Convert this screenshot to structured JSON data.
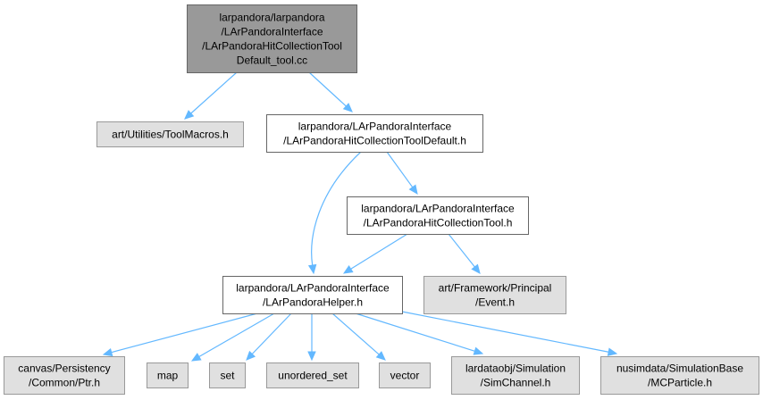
{
  "colors": {
    "root_fill": "#999999",
    "root_stroke": "#666666",
    "local_fill": "#ffffff",
    "local_stroke": "#666666",
    "external_fill": "#e0e0e0",
    "external_stroke": "#999999",
    "edge": "#63b8ff"
  },
  "nodes": {
    "root": {
      "lines": [
        "larpandora/larpandora",
        "/LArPandoraInterface",
        "/LArPandoraHitCollectionTool",
        "Default_tool.cc"
      ],
      "kind": "root"
    },
    "toolmacros": {
      "lines": [
        "art/Utilities/ToolMacros.h"
      ],
      "kind": "external"
    },
    "hctooldefault": {
      "lines": [
        "larpandora/LArPandoraInterface",
        "/LArPandoraHitCollectionToolDefault.h"
      ],
      "kind": "local"
    },
    "hctool": {
      "lines": [
        "larpandora/LArPandoraInterface",
        "/LArPandoraHitCollectionTool.h"
      ],
      "kind": "local"
    },
    "helper": {
      "lines": [
        "larpandora/LArPandoraInterface",
        "/LArPandoraHelper.h"
      ],
      "kind": "local"
    },
    "event": {
      "lines": [
        "art/Framework/Principal",
        "/Event.h"
      ],
      "kind": "external"
    },
    "ptr": {
      "lines": [
        "canvas/Persistency",
        "/Common/Ptr.h"
      ],
      "kind": "external"
    },
    "map": {
      "lines": [
        "map"
      ],
      "kind": "external"
    },
    "set": {
      "lines": [
        "set"
      ],
      "kind": "external"
    },
    "unordered_set": {
      "lines": [
        "unordered_set"
      ],
      "kind": "external"
    },
    "vector": {
      "lines": [
        "vector"
      ],
      "kind": "external"
    },
    "simchannel": {
      "lines": [
        "lardataobj/Simulation",
        "/SimChannel.h"
      ],
      "kind": "external"
    },
    "mcparticle": {
      "lines": [
        "nusimdata/SimulationBase",
        "/MCParticle.h"
      ],
      "kind": "external"
    }
  },
  "edges": [
    {
      "from": "root",
      "to": "toolmacros"
    },
    {
      "from": "root",
      "to": "hctooldefault"
    },
    {
      "from": "hctooldefault",
      "to": "hctool"
    },
    {
      "from": "hctooldefault",
      "to": "helper"
    },
    {
      "from": "hctool",
      "to": "helper"
    },
    {
      "from": "hctool",
      "to": "event"
    },
    {
      "from": "helper",
      "to": "ptr"
    },
    {
      "from": "helper",
      "to": "map"
    },
    {
      "from": "helper",
      "to": "set"
    },
    {
      "from": "helper",
      "to": "unordered_set"
    },
    {
      "from": "helper",
      "to": "vector"
    },
    {
      "from": "helper",
      "to": "simchannel"
    },
    {
      "from": "helper",
      "to": "mcparticle"
    }
  ]
}
